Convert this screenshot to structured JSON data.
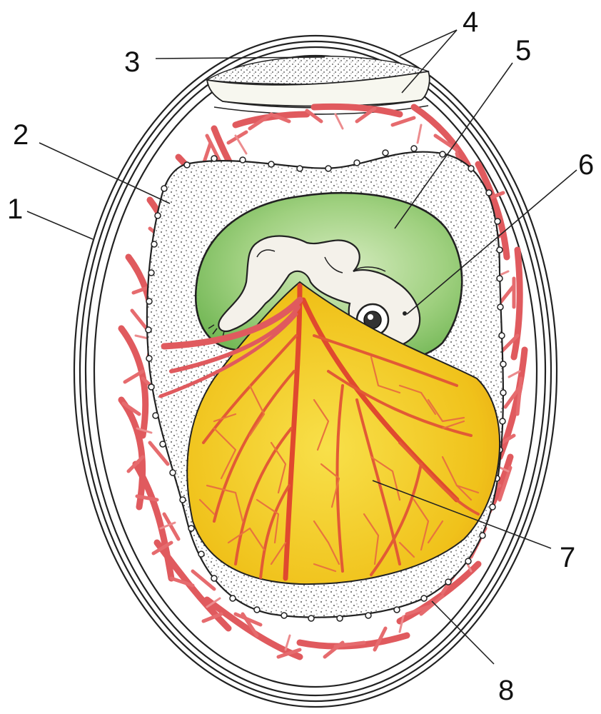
{
  "labels": {
    "l1": "1",
    "l2": "2",
    "l3": "3",
    "l4": "4",
    "l5": "5",
    "l6": "6",
    "l7": "7",
    "l8": "8"
  },
  "colors": {
    "vessel_red": "#e05a5e",
    "vessel_dark": "#c8373a",
    "amnion_green": "#8cc96f",
    "amnion_light": "#c9e6b0",
    "yolk_yellow": "#f2c21b",
    "yolk_light": "#f7dc4a",
    "embryo_fill": "#f4f1ea",
    "stipple_bg": "#d9d9d9",
    "air_cell": "#f7f7ef"
  },
  "icons": {
    "embryo": "chick-embryo-illustration",
    "yolk_vessels": "branching-blood-vessels",
    "allantois_vessels": "branching-blood-vessels"
  }
}
